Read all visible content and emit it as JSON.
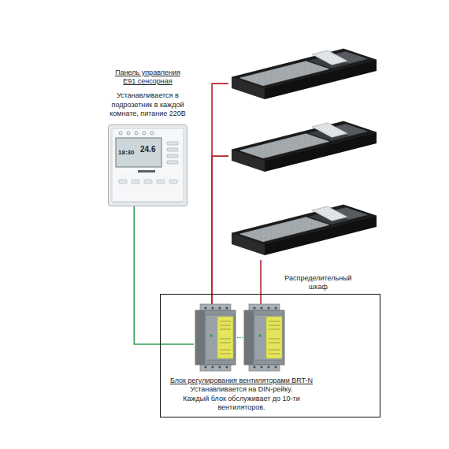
{
  "diagram": {
    "nodes": [
      {
        "text": [
          "Панель управления E91 сенсорная",
          "Устанавливается в подрозетник в каждой комнате, питание 220В"
        ]
      },
      {
        "text": []
      },
      {
        "text": []
      },
      {
        "text": []
      },
      {
        "text": [
          "Распределительный шкаф",
          "Блок регулирования вентиляторами BRT-N",
          "Устанавливается на DIN-рейку. Каждый блок обслуживает до 10-ти вентиляторов."
        ]
      },
      {
        "text": [],
        "in": 4
      },
      {
        "text": [],
        "in": 4
      }
    ],
    "edges": [
      {
        "from": 0,
        "to": 5,
        "arrow": "none"
      },
      {
        "from": 1,
        "to": 5,
        "arrow": "none"
      },
      {
        "from": 2,
        "to": 5,
        "arrow": "none"
      },
      {
        "from": 3,
        "to": 6,
        "arrow": "none"
      },
      {
        "from": 5,
        "to": 6,
        "arrow": "none"
      }
    ],
    "labels": [
      "18:30",
      "24.6"
    ]
  }
}
